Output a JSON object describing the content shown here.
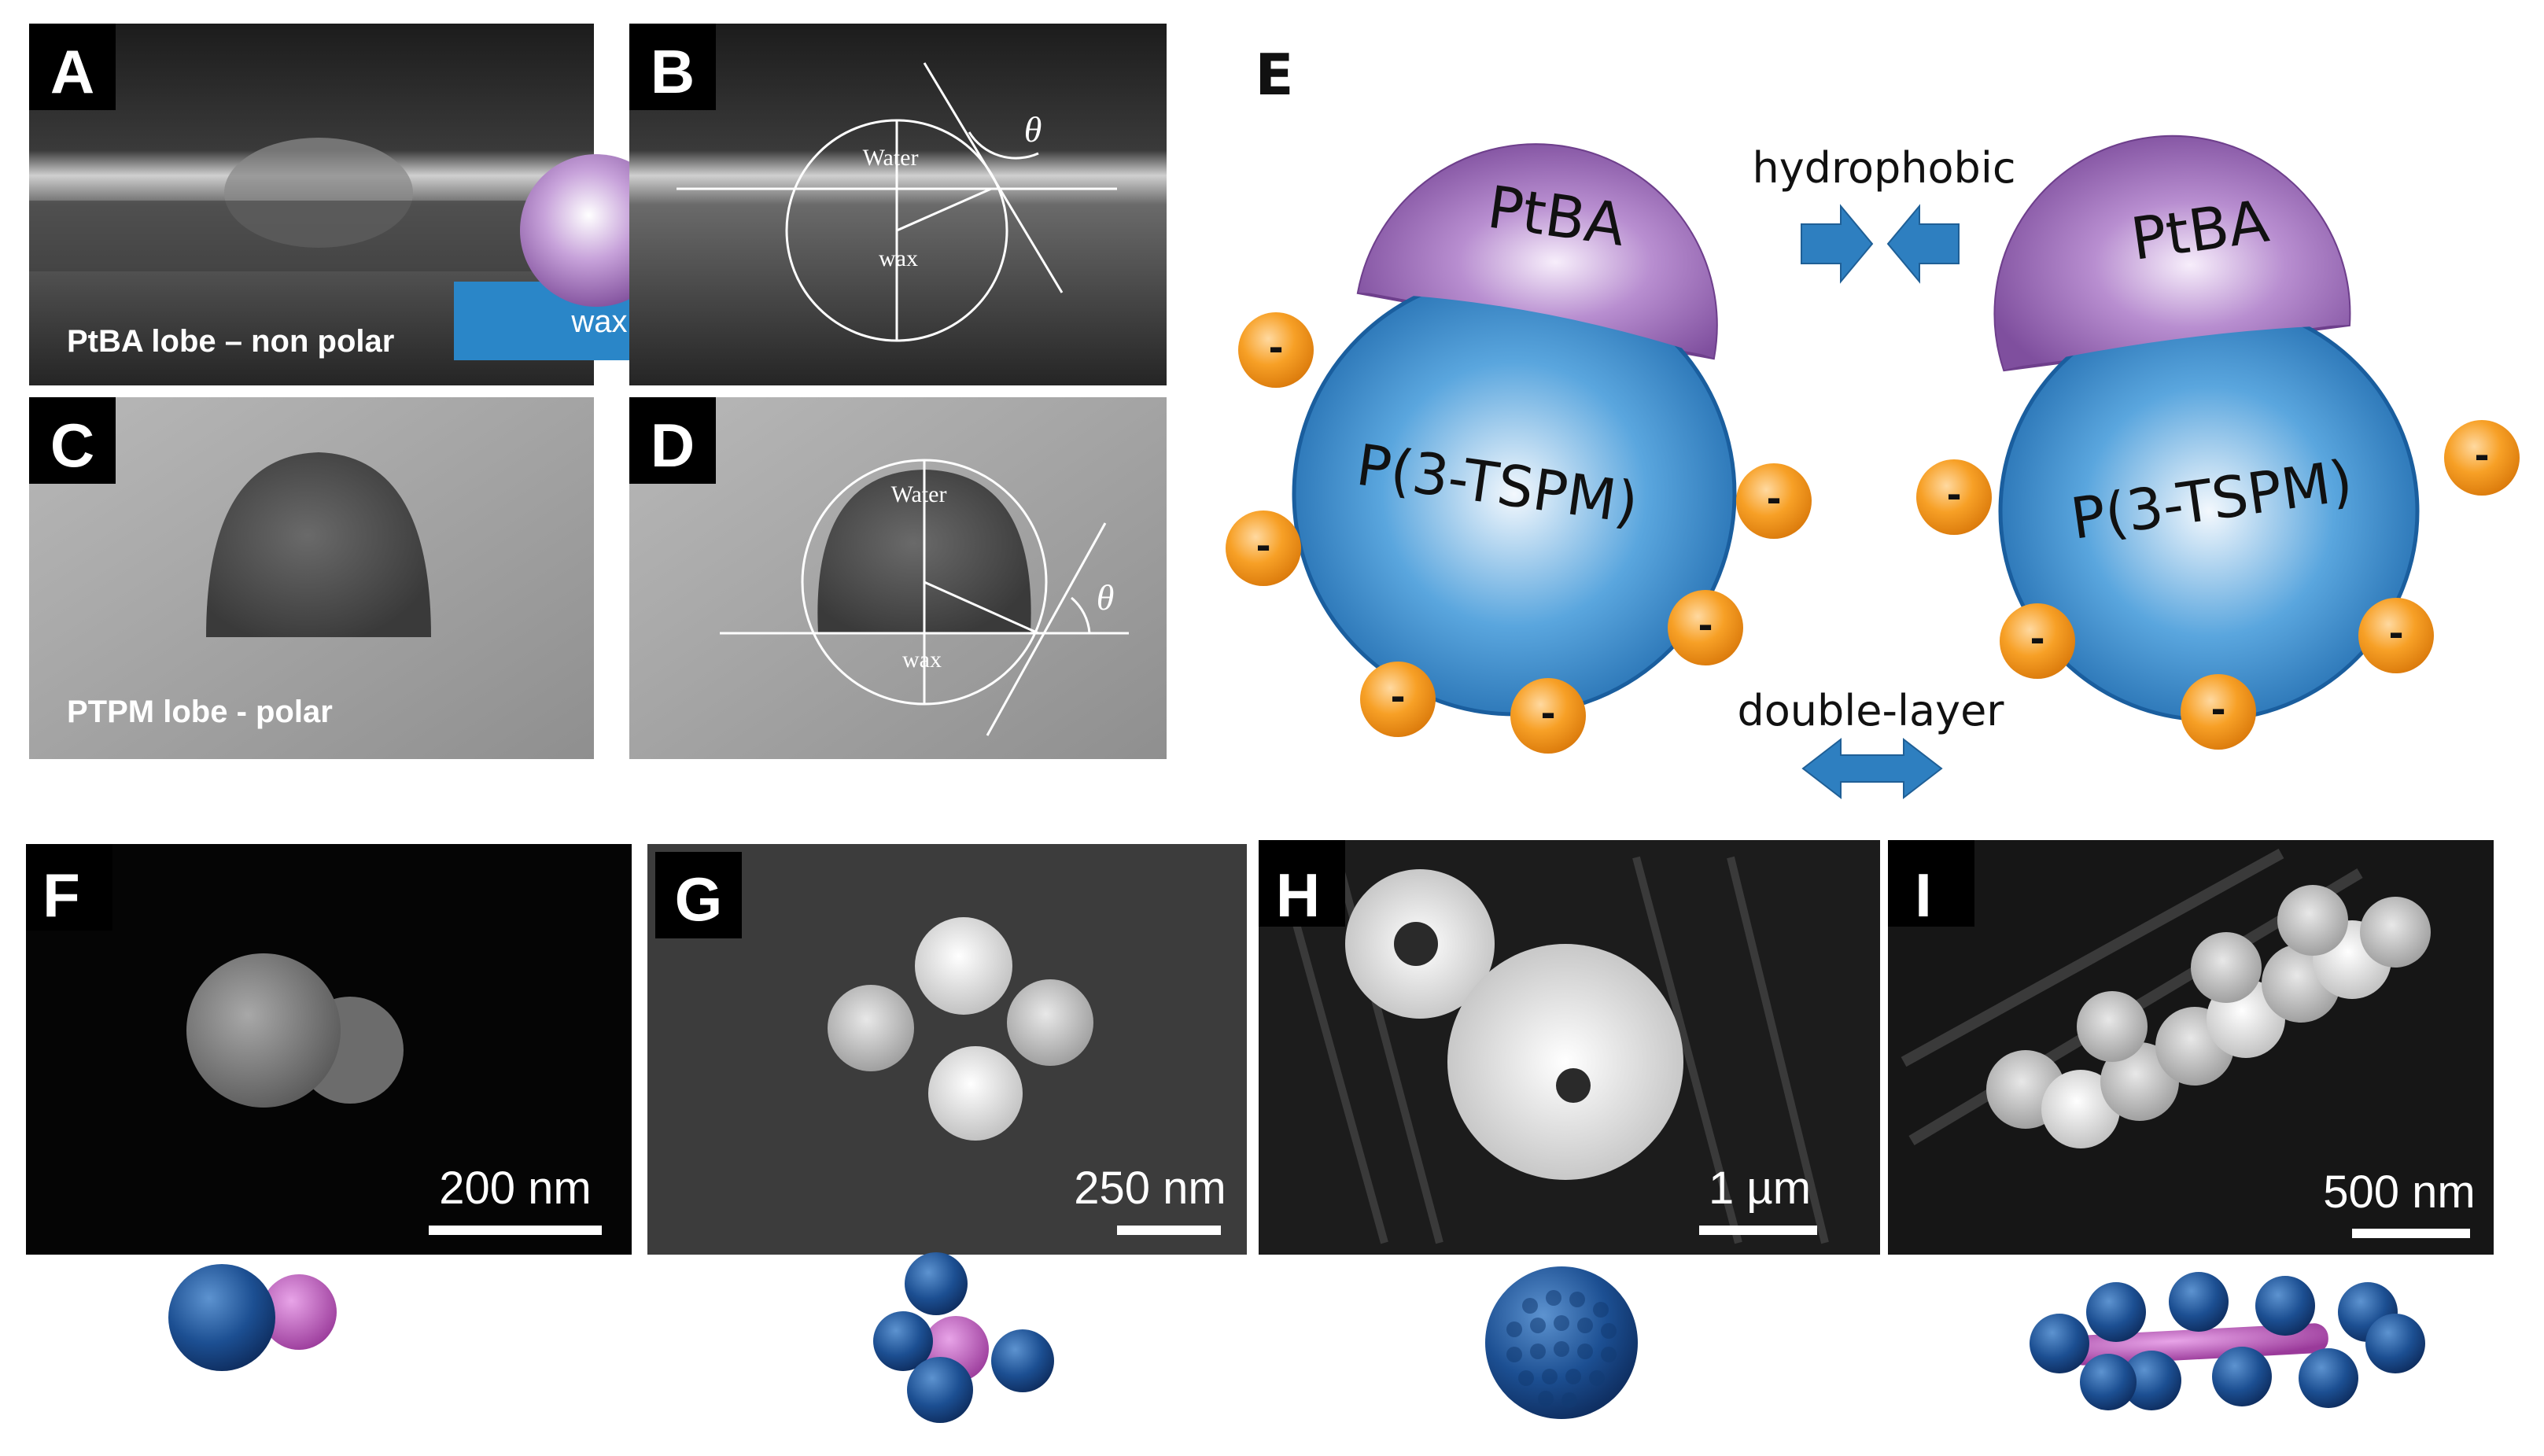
{
  "panels": {
    "A": {
      "label": "A",
      "caption": "PtBA lobe – non polar",
      "inset_label": "wax"
    },
    "B": {
      "label": "B",
      "water": "Water",
      "wax": "wax",
      "angle": "θ"
    },
    "C": {
      "label": "C",
      "caption": "PTPM lobe - polar"
    },
    "D": {
      "label": "D",
      "water": "Water",
      "wax": "wax",
      "angle": "θ"
    },
    "E": {
      "label": "E",
      "top_lobe": "PtBA",
      "bottom_lobe": "P(3-TSPM)",
      "hydrophobic": "hydrophobic",
      "double_layer": "double-layer",
      "charge": "-"
    },
    "F": {
      "label": "F",
      "scale": "200 nm"
    },
    "G": {
      "label": "G",
      "scale": "250 nm"
    },
    "H": {
      "label": "H",
      "scale": "1 µm"
    },
    "I": {
      "label": "I",
      "scale": "500 nm"
    }
  },
  "colors": {
    "ptba_purple": "#a070c0",
    "tspm_blue": "#1f6fb0",
    "charge_orange": "#f39a1e",
    "wax_blue": "#2a86c8",
    "arrow_blue": "#2e7fc0",
    "model_magenta": "#c050c0",
    "model_blue": "#1a4f90"
  }
}
